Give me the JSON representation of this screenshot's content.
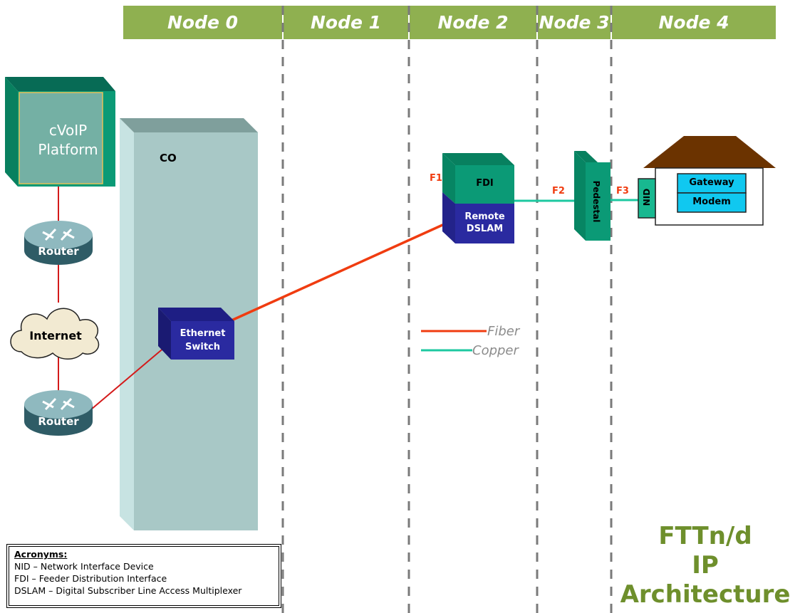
{
  "nodes": [
    "Node 0",
    "Node 1",
    "Node 2",
    "Node 3",
    "Node 4"
  ],
  "devices": {
    "platform": "cVoIP\nPlatform",
    "router_top": "Router",
    "router_bottom": "Router",
    "internet": "Internet",
    "co": "CO",
    "switch": "Ethernet\nSwitch",
    "fdi": "FDI",
    "dslam": "Remote\nDSLAM",
    "pedestal": "Pedestal",
    "nid": "NID",
    "gateway": "Gateway",
    "modem": "Modem"
  },
  "fiber_markers": [
    "F1",
    "F2",
    "F3"
  ],
  "legend": [
    {
      "label": "Fiber",
      "color": "#f03c10"
    },
    {
      "label": "Copper",
      "color": "#1cc8a0"
    }
  ],
  "acronyms": {
    "heading": "Acronyms:",
    "items": [
      "NID – Network Interface Device",
      "FDI – Feeder Distribution Interface",
      "DSLAM – Digital Subscriber Line Access Multiplexer"
    ]
  },
  "title_lines": [
    "FTTn/d",
    "IP",
    "Architecture"
  ],
  "colors": {
    "header_bar": "#8fb050",
    "teal_device": "#0b9a76",
    "dslam_blue": "#2a2aa0",
    "co_box": "#a8c8c6",
    "roof": "#6b3300",
    "gateway_cyan": "#10c8f0",
    "title_green": "#6e8f2c",
    "marker_red": "#f03c10"
  }
}
